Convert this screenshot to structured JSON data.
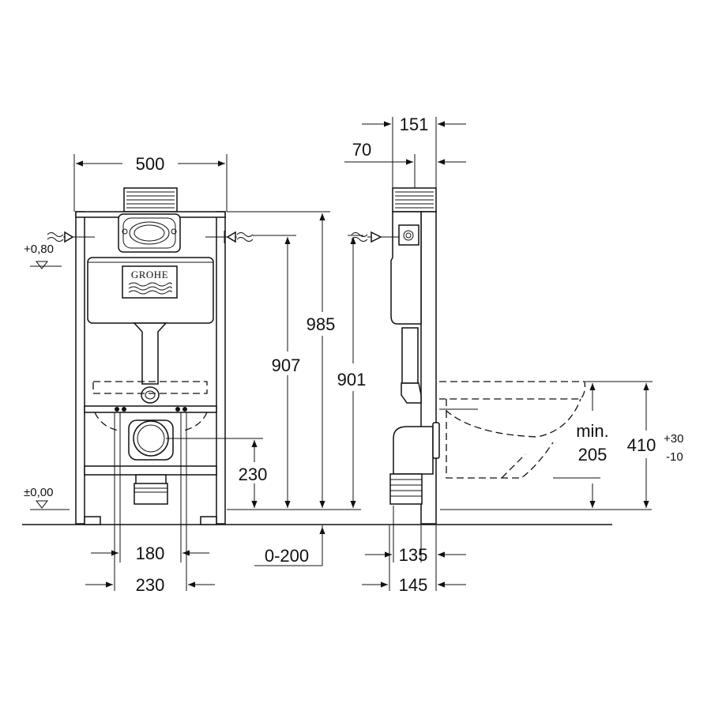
{
  "brand": {
    "logo_text": "GROHE"
  },
  "levels": {
    "top": "+0,80",
    "floor": "±0,00"
  },
  "front_view": {
    "width": "500",
    "height_total": "985",
    "height_inlet": "907",
    "height_outlet": "230",
    "floor_adjust": "0-200",
    "fixing_inner": "180",
    "fixing_outer": "230"
  },
  "side_view": {
    "depth_top": "151",
    "depth_inlet": "70",
    "height_inlet": "901",
    "depth_bottom_inner": "135",
    "depth_bottom_outer": "145",
    "bowl_min_label": "min.",
    "bowl_min_value": "205",
    "seat_height": "410",
    "seat_tol_plus": "+30",
    "seat_tol_minus": "-10"
  }
}
